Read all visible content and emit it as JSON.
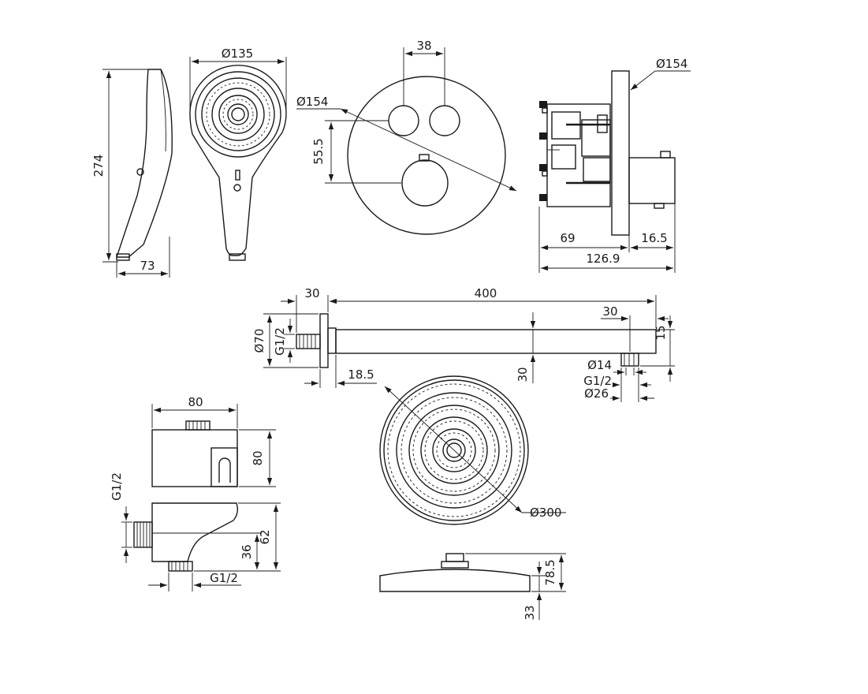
{
  "colors": {
    "line": "#1a1a1a",
    "background": "#ffffff"
  },
  "views": {
    "hand_shower_side": {
      "height": "274",
      "width": "73"
    },
    "hand_shower_front": {
      "diameter": "Ø135"
    },
    "trim_plate_front": {
      "outlet_spacing": "38",
      "diameter": "Ø154",
      "offset": "55.5"
    },
    "valve_body_side": {
      "diameter": "Ø154",
      "depth_body": "69",
      "depth_trim": "16.5",
      "depth_total": "126.9"
    },
    "shower_arm": {
      "length": "400",
      "flange_length": "30",
      "flange_diameter": "Ø70",
      "inlet_thread": "G1/2",
      "wall_offset": "18.5",
      "tube_height": "30",
      "outlet_setback": "30",
      "outlet_height": "15",
      "outlet_inner_diameter": "Ø14",
      "outlet_thread": "G1/2",
      "outlet_outer_diameter": "Ø26"
    },
    "wall_outlet_top": {
      "width": "80",
      "depth": "80"
    },
    "wall_outlet_side": {
      "inlet_thread": "G1/2",
      "height": "62",
      "outlet_height": "36",
      "outlet_thread": "G1/2"
    },
    "overhead_shower_front": {
      "diameter": "Ø300"
    },
    "overhead_shower_side": {
      "height": "78.5",
      "thickness": "33"
    }
  }
}
